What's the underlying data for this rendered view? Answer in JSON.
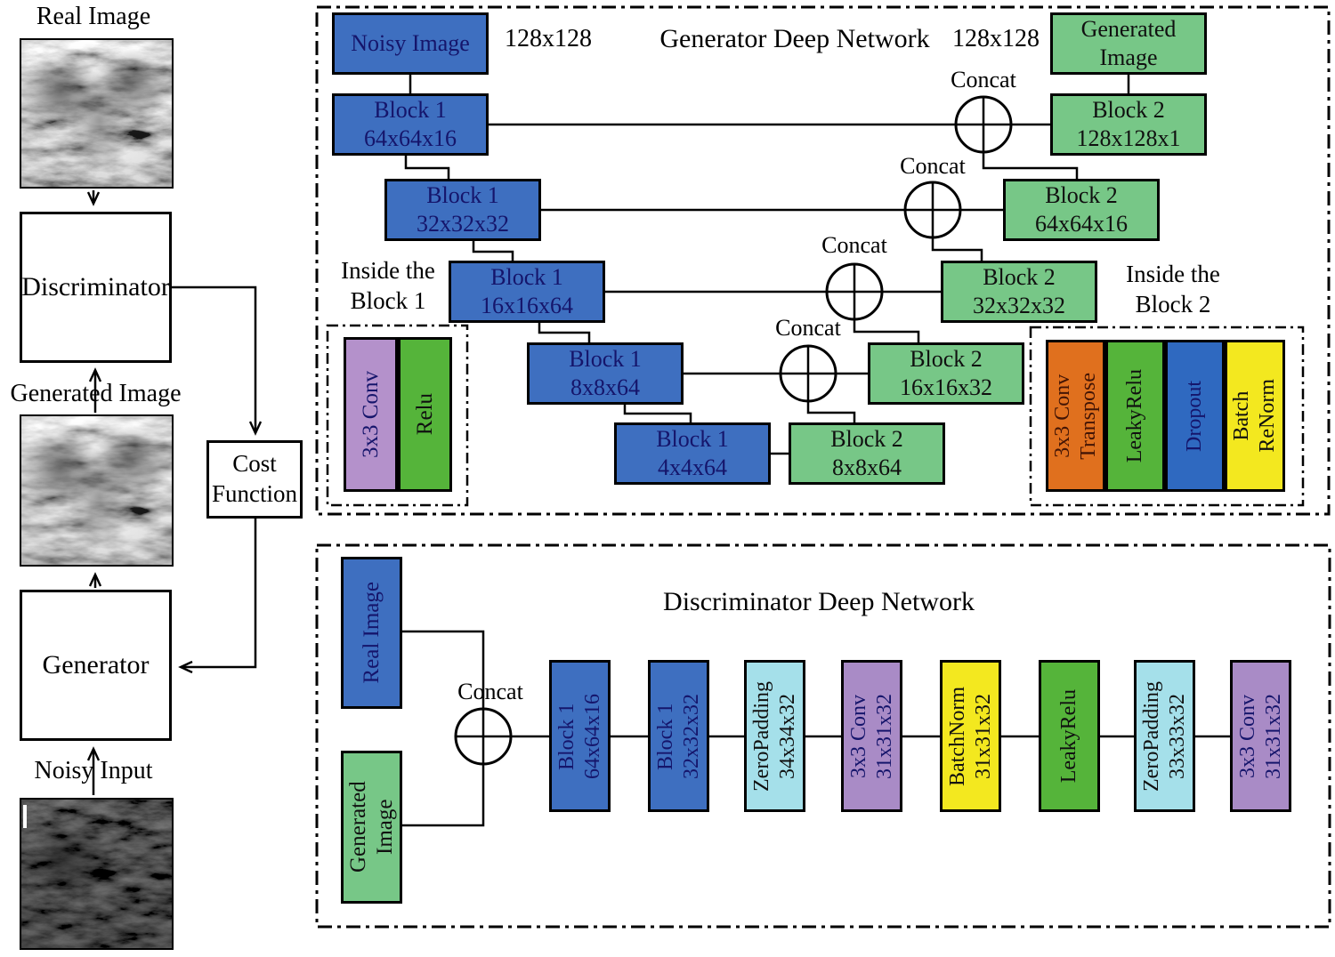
{
  "left_flow": {
    "real_image_label": "Real Image",
    "discriminator_label": "Discriminator",
    "generated_image_label": "Generated Image",
    "generator_label": "Generator",
    "cost_function_label": "Cost Function",
    "noisy_input_label": "Noisy Input"
  },
  "generator_net": {
    "title": "Generator Deep Network",
    "input_size_label": "128x128",
    "output_size_label": "128x128",
    "concat_label": "Concat",
    "input_block": {
      "label": "Noisy Image",
      "color": "#3e6fc0"
    },
    "output_block": {
      "label": "Generated Image",
      "color": "#77c787"
    },
    "encoder_blocks": [
      {
        "name": "Block 1",
        "size": "64x64x16",
        "color": "#3e6fc0"
      },
      {
        "name": "Block 1",
        "size": "32x32x32",
        "color": "#3e6fc0"
      },
      {
        "name": "Block 1",
        "size": "16x16x64",
        "color": "#3e6fc0"
      },
      {
        "name": "Block 1",
        "size": "8x8x64",
        "color": "#3e6fc0"
      },
      {
        "name": "Block 1",
        "size": "4x4x64",
        "color": "#3e6fc0"
      }
    ],
    "decoder_blocks": [
      {
        "name": "Block 2",
        "size": "8x8x64",
        "color": "#77c787"
      },
      {
        "name": "Block 2",
        "size": "16x16x32",
        "color": "#77c787"
      },
      {
        "name": "Block 2",
        "size": "32x32x32",
        "color": "#77c787"
      },
      {
        "name": "Block 2",
        "size": "64x64x16",
        "color": "#77c787"
      },
      {
        "name": "Block 2",
        "size": "128x128x1",
        "color": "#77c787"
      }
    ],
    "inside_block1": {
      "title_line1": "Inside the",
      "title_line2": "Block 1",
      "layers": [
        {
          "line1": "3x3 Conv",
          "line2": "",
          "color": "#b491cb"
        },
        {
          "line1": "Relu",
          "line2": "",
          "color": "#55b43a"
        }
      ]
    },
    "inside_block2": {
      "title_line1": "Inside the",
      "title_line2": "Block 2",
      "layers": [
        {
          "line1": "3x3 Conv",
          "line2": "Transpose",
          "color": "#e0701e"
        },
        {
          "line1": "LeakyRelu",
          "line2": "",
          "color": "#55b43a"
        },
        {
          "line1": "Dropout",
          "line2": "",
          "color": "#2f69c0"
        },
        {
          "line1": "Batch",
          "line2": "ReNorm",
          "color": "#f3e81f"
        }
      ]
    }
  },
  "discriminator_net": {
    "title": "Discriminator Deep Network",
    "concat_label": "Concat",
    "inputs": [
      {
        "label": "Real Image",
        "color": "#3e6fc0"
      },
      {
        "label": "Generated Image",
        "color": "#77c787"
      }
    ],
    "layers": [
      {
        "line1": "Block 1",
        "line2": "64x64x16",
        "color": "#3e6fc0"
      },
      {
        "line1": "Block 1",
        "line2": "32x32x32",
        "color": "#3e6fc0"
      },
      {
        "line1": "ZeroPadding",
        "line2": "34x34x32",
        "color": "#a5e0ea"
      },
      {
        "line1": "3x3 Conv",
        "line2": "31x31x32",
        "color": "#a98bc6"
      },
      {
        "line1": "BatchNorm",
        "line2": "31x31x32",
        "color": "#f3e81f"
      },
      {
        "line1": "LeakyRelu",
        "line2": "",
        "color": "#55b43a"
      },
      {
        "line1": "ZeroPadding",
        "line2": "33x33x32",
        "color": "#a5e0ea"
      },
      {
        "line1": "3x3 Conv",
        "line2": "31x31x32",
        "color": "#a98bc6"
      }
    ]
  }
}
